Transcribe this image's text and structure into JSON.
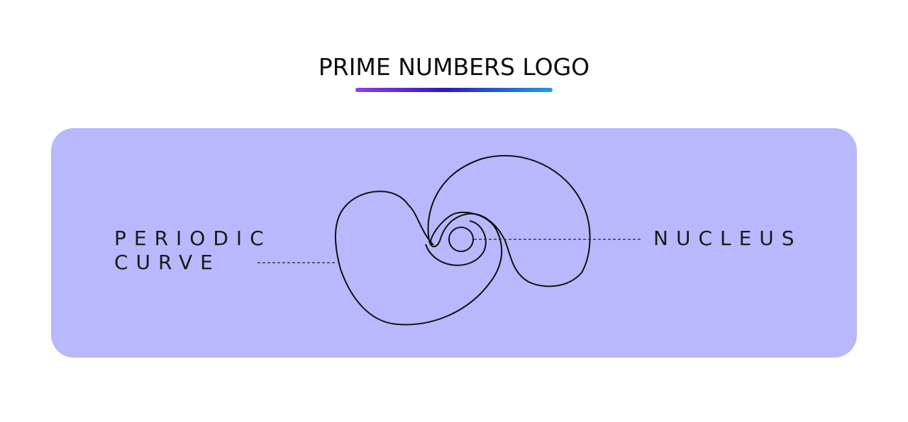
{
  "header": {
    "title": "PRIME NUMBERS LOGO"
  },
  "labels": {
    "left_line1": "PERIODIC",
    "left_line2": "CURVE",
    "right": "NUCLEUS"
  },
  "colors": {
    "panel": "#b9b8fd",
    "underline_start": "#8a43e8",
    "underline_mid": "#3414c8",
    "underline_end": "#1aa0e8",
    "stroke": "#111111"
  }
}
